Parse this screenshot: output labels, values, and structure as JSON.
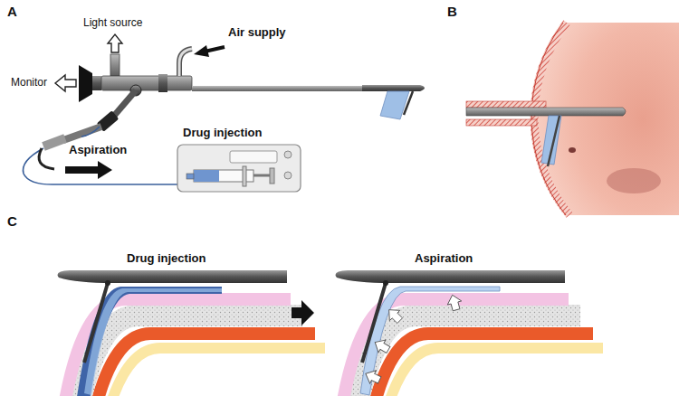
{
  "diagram": {
    "labels": [
      "A",
      "Light source",
      "Air supply",
      "Monitor",
      "Drug injection",
      "Aspiration",
      "B",
      "C",
      "Drug injection",
      "Aspiration"
    ]
  }
}
